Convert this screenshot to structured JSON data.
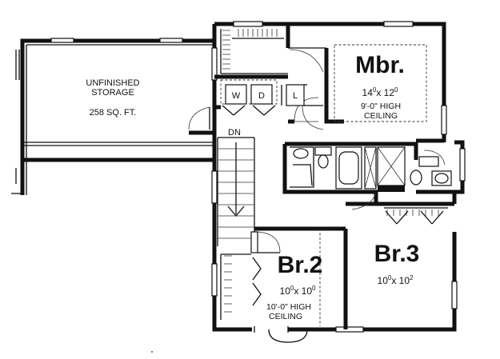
{
  "storage": {
    "line1": "UNFINISHED",
    "line2": "STORAGE",
    "area": "258 SQ. FT."
  },
  "laundry": {
    "washer": "W",
    "dryer": "D",
    "linen": "L"
  },
  "stairs": {
    "label": "DN"
  },
  "master": {
    "name": "Mbr.",
    "dim_w": "14",
    "dim_w_sup": "0",
    "dim_x": "x 12",
    "dim_h_sup": "0",
    "ceiling1": "9'-0\" HIGH",
    "ceiling2": "CEILING"
  },
  "bedroom2": {
    "name": "Br.2",
    "dim_w": "10",
    "dim_w_sup": "0",
    "dim_x": "x 10",
    "dim_h_sup": "0",
    "ceiling1": "10'-0\" HIGH",
    "ceiling2": "CEILING"
  },
  "bedroom3": {
    "name": "Br.3",
    "dim_w": "10",
    "dim_w_sup": "0",
    "dim_x": "x 10",
    "dim_h_sup": "2"
  }
}
